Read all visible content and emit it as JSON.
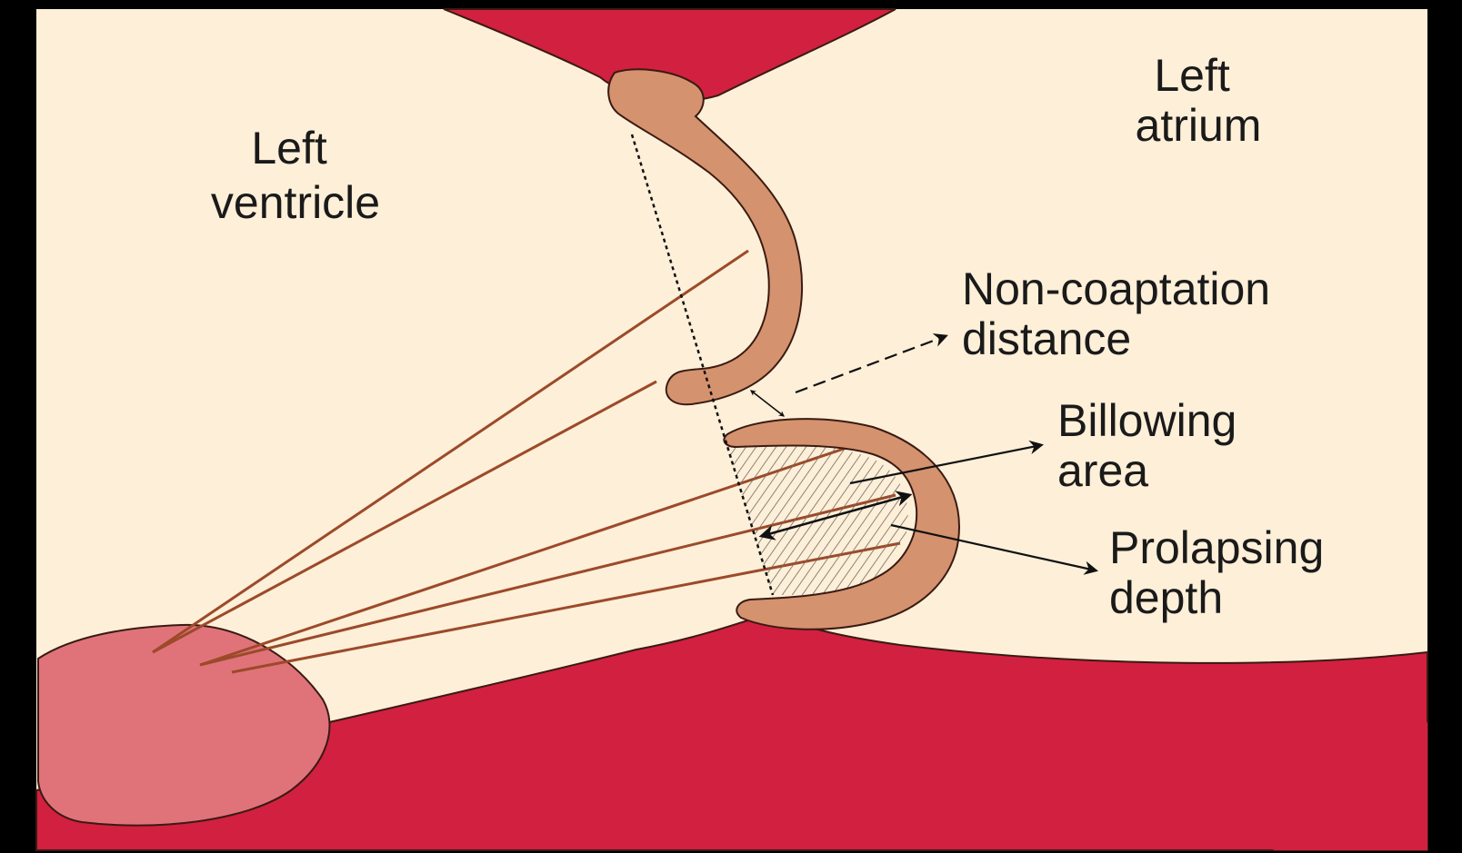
{
  "diagram": {
    "labels": {
      "left_ventricle": {
        "line1": "Left",
        "line2": "ventricle"
      },
      "left_atrium": {
        "line1": "Left",
        "line2": "atrium"
      },
      "non_coaptation": {
        "line1": "Non-coaptation",
        "line2": "distance"
      },
      "billowing": {
        "line1": "Billowing",
        "line2": "area"
      },
      "prolapsing": {
        "line1": "Prolapsing",
        "line2": "depth"
      }
    },
    "colors": {
      "background": "#fdefd8",
      "frame": "#000000",
      "wall": "#d22040",
      "leaflet": "#d4926e",
      "papillary_muscle": "#e0737a",
      "chordae": "#9c4a2a",
      "outline": "#3a1a12"
    }
  }
}
